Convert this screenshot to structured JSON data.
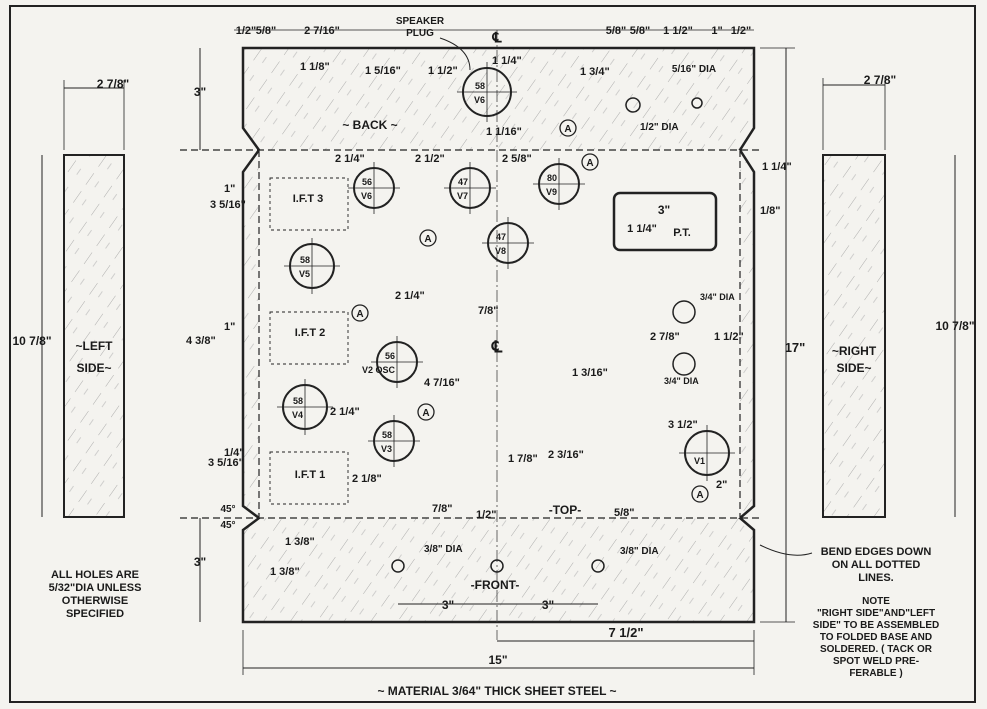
{
  "panels": {
    "back": "~ BACK ~",
    "front": "-FRONT-",
    "top": "-TOP-",
    "left_side": [
      "~LEFT",
      "SIDE~"
    ],
    "right_side": [
      "~RIGHT",
      "SIDE~"
    ],
    "pt": "P.T."
  },
  "notes": {
    "holes": [
      "ALL HOLES ARE",
      "5/32\"DIA UNLESS",
      "OTHERWISE",
      "SPECIFIED"
    ],
    "bend": [
      "BEND EDGES DOWN",
      "ON ALL DOTTED",
      "LINES."
    ],
    "assembly": [
      "NOTE",
      "\"RIGHT SIDE\"AND\"LEFT",
      "SIDE\" TO BE ASSEMBLED",
      "TO FOLDED BASE AND",
      "SOLDERED. ( TACK OR",
      "SPOT WELD PRE-",
      "FERABLE )"
    ],
    "material": "~ MATERIAL 3/64\" THICK SHEET STEEL ~",
    "speaker_plug": [
      "SPEAKER",
      "PLUG"
    ]
  },
  "sockets": [
    {
      "top": "58",
      "bottom": "V6"
    },
    {
      "top": "56",
      "bottom": "V6"
    },
    {
      "top": "47",
      "bottom": "V7"
    },
    {
      "top": "80",
      "bottom": "V9"
    },
    {
      "top": "47",
      "bottom": "V8"
    },
    {
      "top": "58",
      "bottom": "V5"
    },
    {
      "top": "56",
      "bottom": "V2 OSC"
    },
    {
      "top": "58",
      "bottom": "V4"
    },
    {
      "top": "58",
      "bottom": "V3"
    },
    {
      "top": "",
      "bottom": "V1"
    }
  ],
  "ift": [
    "I.F.T 3",
    "I.F.T 2",
    "I.F.T 1"
  ],
  "circle_markers": {
    "letter": "A",
    "centerline": "℄"
  },
  "dims": {
    "overall_width": "15\"",
    "overall_height": "17\"",
    "half_width": "7 1/2\"",
    "side_width": "2 7/8\"",
    "side_height": "10 7/8\"",
    "back_depth": "3\"",
    "front_depth": "3\"",
    "front_left": "3\"",
    "front_right": "3\"",
    "hole_3_8": "3/8\" DIA",
    "hole_1_2": "1/2\" DIA",
    "hole_5_16": "5/16\" DIA",
    "hole_3_4": "3/4\" DIA",
    "pt_w": "3\"",
    "pt_h": "1 1/4\"",
    "angle": "45°",
    "top_row": [
      "1/2\"",
      "5/8\"",
      "2 7/16\"",
      "5/8\"",
      "5/8\"",
      "1 1/2\"",
      "1\"",
      "1/2\""
    ],
    "misc": [
      "1 1/8\"",
      "1 5/16\"",
      "1 1/2\"",
      "1 1/4\"",
      "1 1/16\"",
      "1 3/4\"",
      "2 1/4\"",
      "2 1/2\"",
      "2 5/8\"",
      "3 5/16\"",
      "4 3/8\"",
      "1\"",
      "1\"",
      "1/4\"",
      "4 7/16\"",
      "2 1/4\"",
      "1 3/16\"",
      "2 3/16\"",
      "1 7/8\"",
      "7/8\"",
      "1/2\"",
      "5/8\"",
      "3 1/2\"",
      "2\"",
      "2 7/8\"",
      "1 1/2\"",
      "1 3/8\"",
      "1 3/8\"",
      "2 1/8\"",
      "1 1/4\"",
      "1/8\""
    ]
  }
}
